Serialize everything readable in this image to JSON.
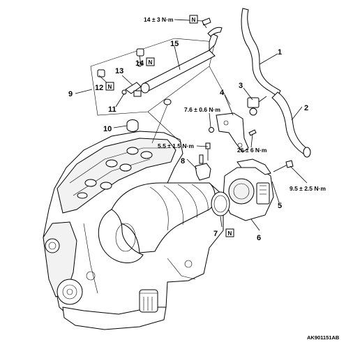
{
  "figure_id": "AK901151AB",
  "badge_symbol": "N",
  "callouts": [
    {
      "id": "1",
      "label": "1"
    },
    {
      "id": "2",
      "label": "2"
    },
    {
      "id": "3",
      "label": "3"
    },
    {
      "id": "4",
      "label": "4"
    },
    {
      "id": "5",
      "label": "5"
    },
    {
      "id": "6",
      "label": "6"
    },
    {
      "id": "7",
      "label": "7"
    },
    {
      "id": "8",
      "label": "8"
    },
    {
      "id": "9",
      "label": "9"
    },
    {
      "id": "10",
      "label": "10"
    },
    {
      "id": "11",
      "label": "11"
    },
    {
      "id": "12",
      "label": "12"
    },
    {
      "id": "13",
      "label": "13"
    },
    {
      "id": "14",
      "label": "14"
    },
    {
      "id": "15",
      "label": "15"
    }
  ],
  "torque_specs": [
    {
      "id": "t1",
      "text": "14 ± 3 N·m"
    },
    {
      "id": "t2",
      "text": "7.6 ± 0.6 N·m"
    },
    {
      "id": "t3",
      "text": "5.5 ± 1.5 N·m"
    },
    {
      "id": "t4",
      "text": "26 ± 6 N·m"
    },
    {
      "id": "t5",
      "text": "9.5 ± 2.5 N·m"
    }
  ]
}
